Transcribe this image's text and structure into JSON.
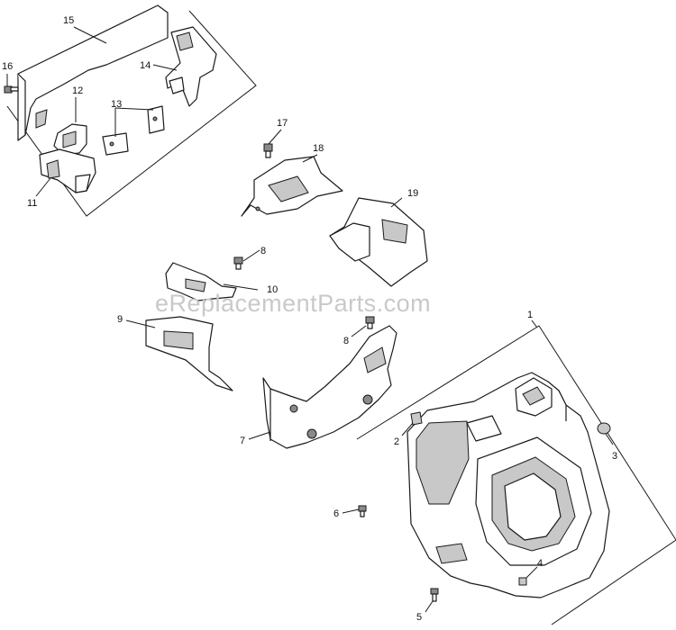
{
  "watermark": "eReplacementParts.com",
  "callouts": {
    "c1": "1",
    "c2": "2",
    "c3": "3",
    "c4": "4",
    "c5": "5",
    "c6": "6",
    "c7": "7",
    "c8a": "8",
    "c8b": "8",
    "c9": "9",
    "c10": "10",
    "c11": "11",
    "c12": "12",
    "c13": "13",
    "c14": "14",
    "c15": "15",
    "c16": "16",
    "c17": "17",
    "c18": "18",
    "c19": "19"
  },
  "colors": {
    "line": "#1a1a1a",
    "watermark": "#c9c9c9",
    "shade": "#c8c8c8"
  }
}
